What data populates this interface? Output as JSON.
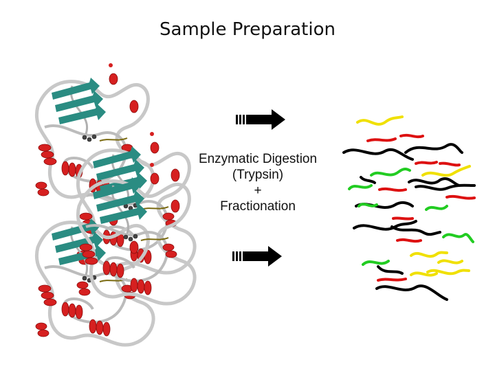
{
  "slide": {
    "title": "Sample Preparation",
    "caption_lines": [
      "Enzymatic Digestion",
      "(Trypsin)",
      "+",
      "Fractionation"
    ]
  },
  "images": {
    "proteins": {
      "icon": "protein-ribbon-structure-icon",
      "copies": 4
    },
    "peptides": {
      "icon": "peptide-fragment-icon",
      "colors": {
        "yellow": "#f0e000",
        "red": "#dd1111",
        "black": "#000000",
        "green": "#22cc22"
      }
    }
  },
  "colors": {
    "helix": "#d62020",
    "sheet": "#2a8c82",
    "coil": "#c8c8c8",
    "arrow": "#000000"
  }
}
